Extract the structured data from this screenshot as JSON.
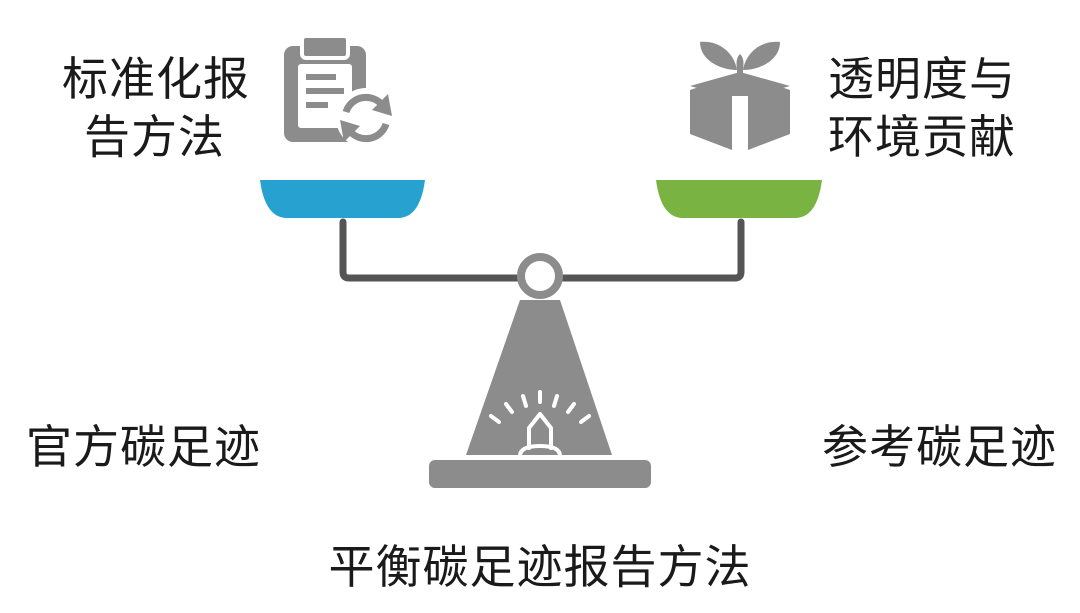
{
  "labels": {
    "left_top": [
      "标准化报",
      "告方法"
    ],
    "right_top": [
      "透明度与",
      "环境贡献"
    ],
    "left_bottom": "官方碳足迹",
    "right_bottom": "参考碳足迹",
    "title": "平衡碳足迹报告方法"
  },
  "icons": {
    "left": "clipboard-refresh-icon",
    "right": "sprout-box-icon",
    "base": "lighthouse-icon"
  },
  "colors": {
    "left_pan": "#27a1cf",
    "right_pan": "#79b342",
    "scale_gray": "#8c8c8c",
    "text": "#1a1a1a"
  }
}
